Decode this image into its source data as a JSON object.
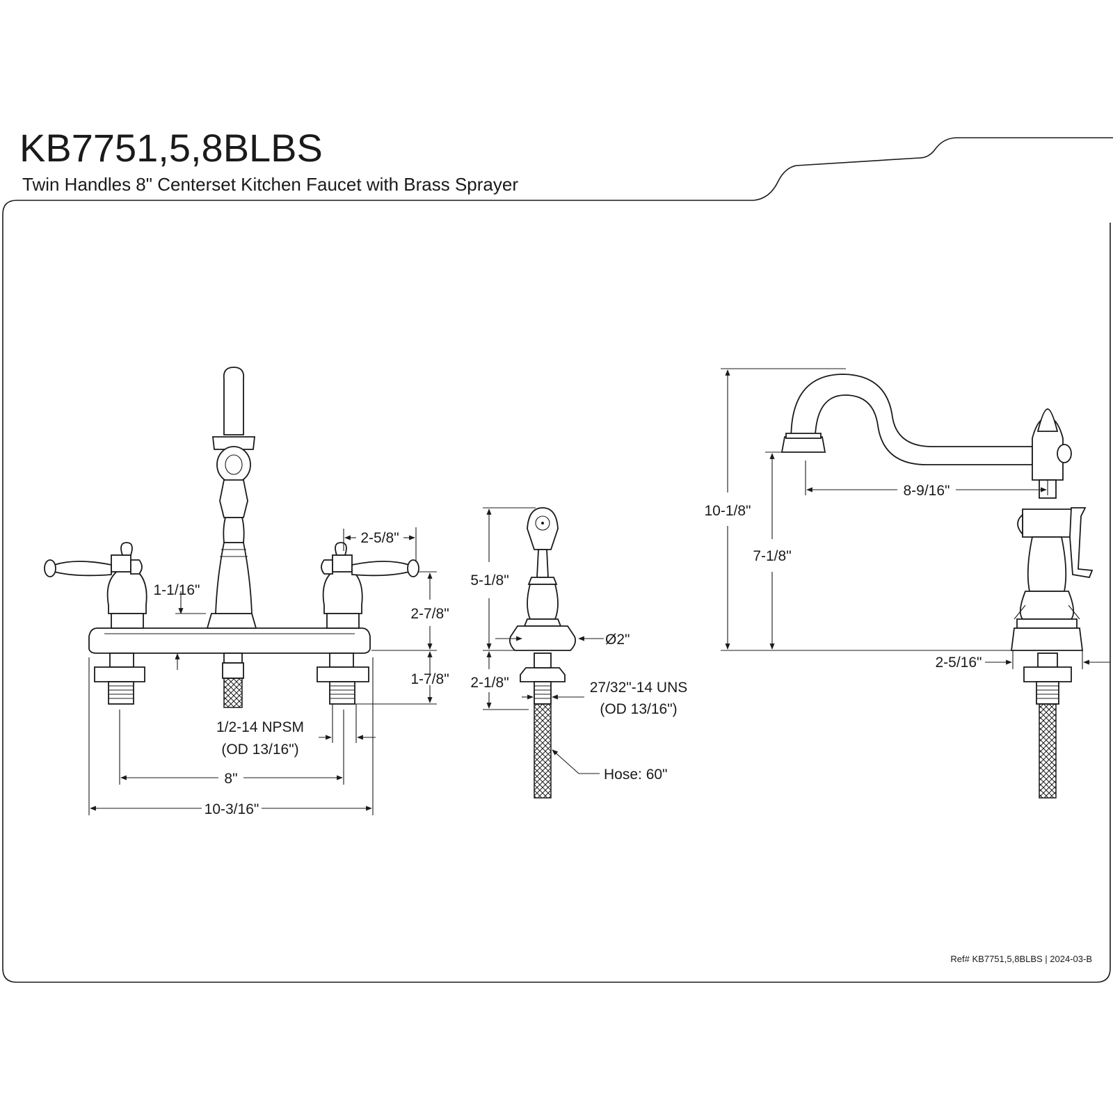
{
  "title": "KB7751,5,8BLBS",
  "subtitle": "Twin Handles 8\" Centerset Kitchen Faucet with Brass Sprayer",
  "reference": "Ref# KB7751,5,8BLBS | 2024-03-B",
  "dimensions": {
    "handle_spacing": "2-5/8\"",
    "deck_to_base": "1-1/16\"",
    "handle_height": "2-7/8\"",
    "shank_length": "1-7/8\"",
    "shank_thread": "1/2-14 NPSM",
    "shank_od": "(OD 13/16\")",
    "center_distance": "8\"",
    "overall_width": "10-3/16\"",
    "sprayer_height": "5-1/8\"",
    "sprayer_base_diameter": "Ø2\"",
    "sprayer_shank_length": "2-1/8\"",
    "sprayer_thread": "27/32\"-14 UNS",
    "sprayer_od": "(OD 13/16\")",
    "hose_length": "Hose: 60\"",
    "overall_height": "10-1/8\"",
    "spout_height": "7-1/8\"",
    "spout_reach": "8-9/16\"",
    "base_width": "2-5/16\""
  }
}
